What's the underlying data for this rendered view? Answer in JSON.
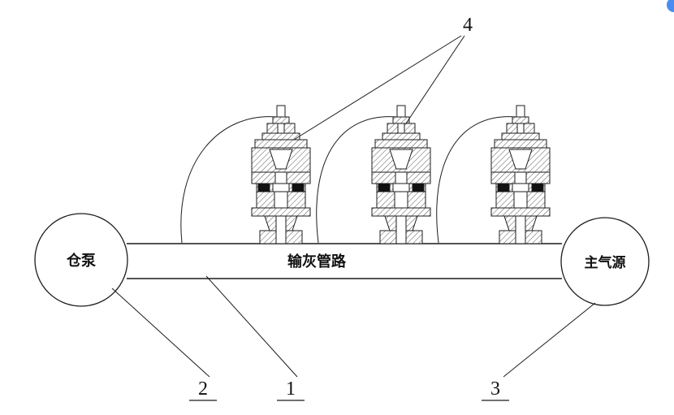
{
  "page": {
    "background": "#ffffff"
  },
  "colors": {
    "line": "#1c1c1c",
    "hatch": "#555555",
    "seal_black": "#111111",
    "corner_badge": "#4a8cf0"
  },
  "diagram": {
    "left_node_label": "仓泵",
    "right_node_label": "主气源",
    "pipe_label": "输灰管路",
    "callout_1": "1",
    "callout_2": "2",
    "callout_3": "3",
    "callout_4": "4"
  }
}
